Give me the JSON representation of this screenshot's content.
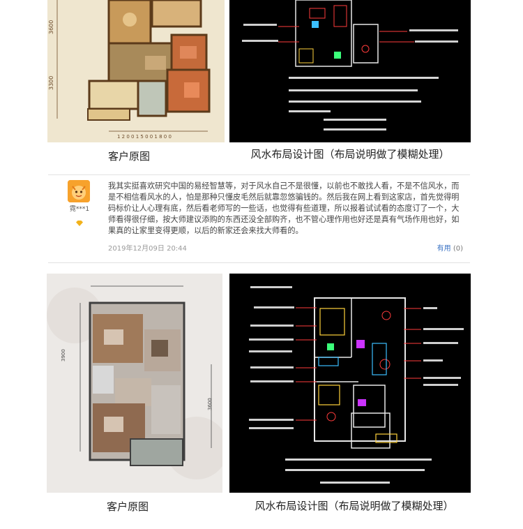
{
  "gallery": [
    {
      "original_caption": "客户原图",
      "design_caption": "风水布局设计图（布局说明做了模糊处理）"
    },
    {
      "original_caption": "客户原图",
      "design_caption": "风水布局设计图（布局说明做了模糊处理）"
    }
  ],
  "review": {
    "username": "霓***1",
    "text": "我其实挺喜欢研究中国的易经智慧等，对于风水自己不是很懂，以前也不敢找人看，不是不信风水，而是不相信看风水的人，怕是那种只懂皮毛然后就靠忽悠骗钱的。然后我在网上看到这家店，首先觉得明码标价让人心理有底，然后看老师写的一些话，也觉得有些道理，所以报着试试看的态度订了一个，大师看得很仔细，按大师建议添购的东西还没全部购齐，也不管心理作用也好还是真有气场作用也好，如果真的让家里变得更顺，以后的新家还会来找大师看的。",
    "date": "2019年12月09日 20:44",
    "useful_label": "有用",
    "useful_count": "(0)"
  },
  "colors": {
    "accent_link": "#3b73c4",
    "cad_background": "#000000",
    "divider": "#e2e2e2"
  }
}
